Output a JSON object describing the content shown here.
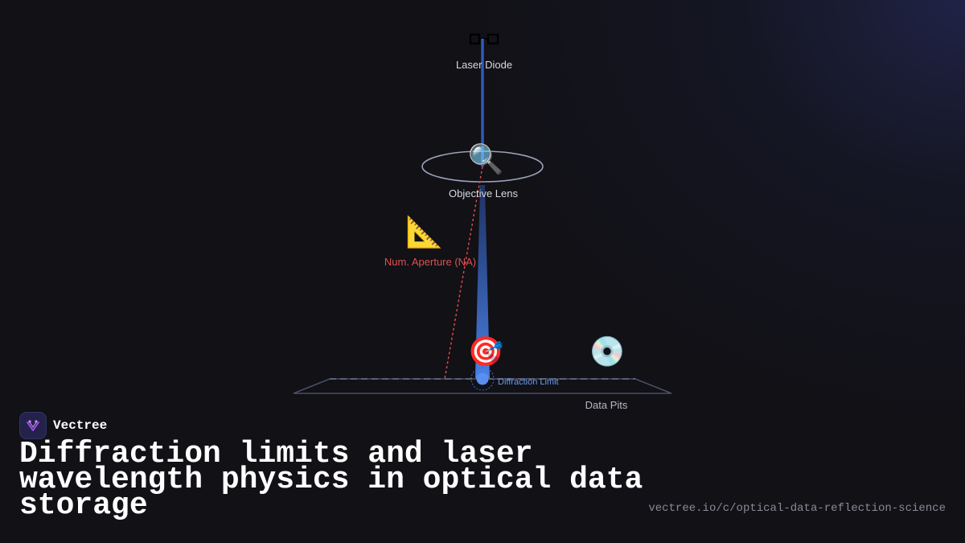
{
  "diagram": {
    "labels": {
      "laser_diode": "Laser Diode",
      "objective_lens": "Objective Lens",
      "numerical_aperture": "Num. Aperture (NA)",
      "diffraction_limit": "Diffraction Limit",
      "data_pits": "Data Pits"
    },
    "icons": {
      "lens": "🔍",
      "triangle_ruler": "📐",
      "target": "🎯",
      "disc": "💿"
    },
    "colors": {
      "beam": "#3b6fd4",
      "na_line": "#e04848",
      "na_label": "#e05050",
      "diffraction_label": "#6a9ae8",
      "label_text": "#d8d8e0",
      "disc_outline": "#4a4f66",
      "background": "#111116"
    }
  },
  "brand": {
    "name": "Vectree"
  },
  "title": "Diffraction limits and laser wavelength physics in optical data storage",
  "url": "vectree.io/c/optical-data-reflection-science"
}
